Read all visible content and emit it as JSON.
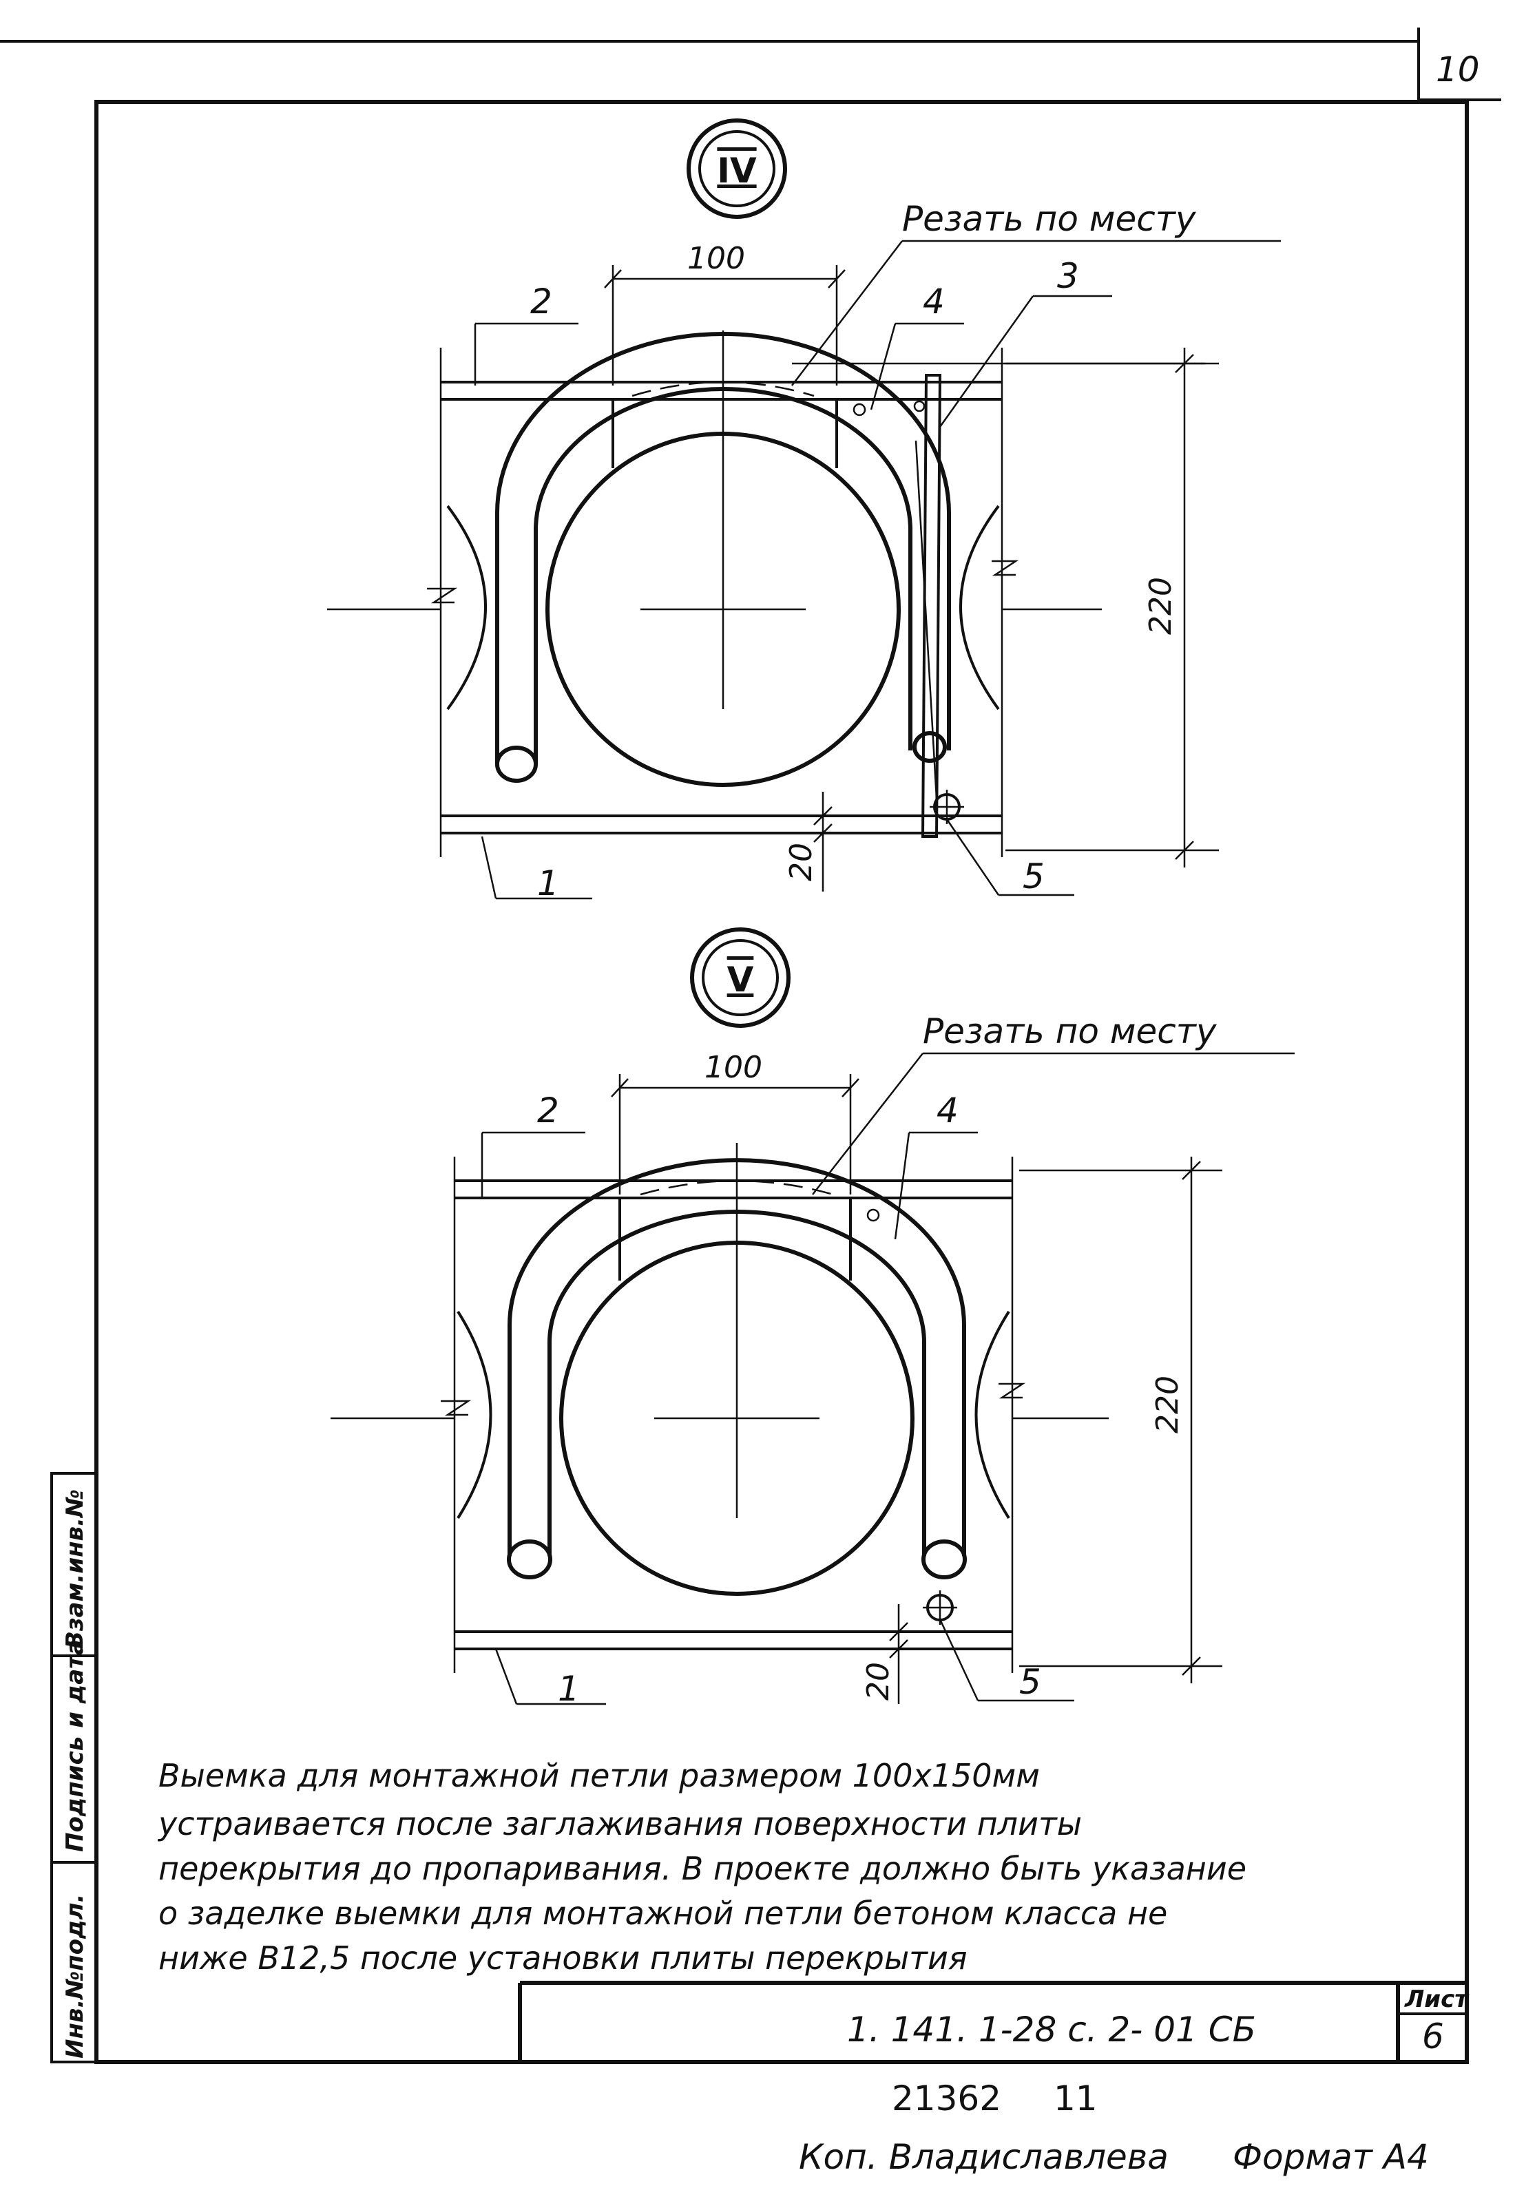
{
  "sheet": {
    "page_number": "10",
    "list_label": "Лист",
    "list_number": "6",
    "code": "1. 141. 1-28 с. 2- 01 СБ",
    "inventory_number": "21362",
    "inventory_suffix": "11",
    "copied_by": "Коп. Владиславлева",
    "format": "Формат А4"
  },
  "side_stamp": {
    "inv_podl": "Инв.№подл.",
    "podpis": "Подпись и дата",
    "vzam": "Взам.инв.№"
  },
  "view_iv": {
    "numeral": "IV",
    "cut_note": "Резать по месту",
    "dim_width": "100",
    "dim_height": "220",
    "dim_offset": "20",
    "labels": {
      "l1": "1",
      "l2": "2",
      "l3": "3",
      "l4": "4",
      "l5": "5"
    }
  },
  "view_v": {
    "numeral": "V",
    "cut_note": "Резать по месту",
    "dim_width": "100",
    "dim_height": "220",
    "dim_offset": "20",
    "labels": {
      "l1": "1",
      "l2": "2",
      "l4": "4",
      "l5": "5"
    }
  },
  "note": {
    "lines": [
      "Выемка для монтажной петли размером 100х150мм",
      "устраивается после заглаживания поверхности плиты",
      "перекрытия до пропаривания. В проекте должно быть указание",
      "о заделке выемки для монтажной петли бетоном класса не",
      "ниже В12,5 после установки плиты перекрытия"
    ]
  }
}
